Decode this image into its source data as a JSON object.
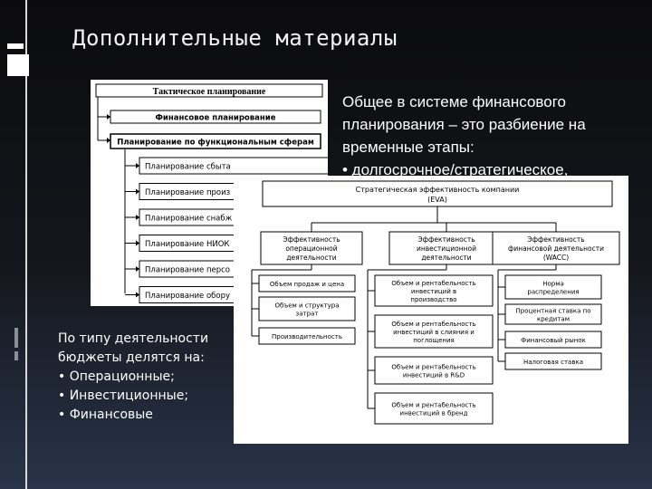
{
  "slide_title": "Дополнительные материалы",
  "right_text": {
    "line1": "Общее в системе финансового",
    "line2": "планирования – это разбиение на",
    "line3": "временные этапы:",
    "line4": "• долгосрочное/стратегическое,"
  },
  "left_text": {
    "line1": "По типу деятельности",
    "line2": "бюджеты делятся на:",
    "line3": "• Операционные;",
    "line4": "• Инвестиционные;",
    "line5": "• Финансовые"
  },
  "tactical_diagram": {
    "header": "Тактическое планирование",
    "level1": "Финансовое планирование",
    "level2": "Планирование по функциональным сферам",
    "items": [
      "Планирование сбыта",
      "Планирование произ",
      "Планирование снабж",
      "Планирование НИОК",
      "Планирование персо",
      "Планирование обору"
    ]
  },
  "eva_diagram": {
    "root_line1": "Стратегическая эффективность компании",
    "root_line2": "(EVA)",
    "columns": [
      {
        "header": [
          "Эффективность",
          "операционной",
          "деятельности"
        ],
        "items": [
          [
            "Объем продаж и цена"
          ],
          [
            "Объем и структура",
            "затрат"
          ],
          [
            "Производительность"
          ]
        ]
      },
      {
        "header": [
          "Эффективность",
          "инвестиционной",
          "деятельности"
        ],
        "items": [
          [
            "Объем и рентабельность",
            "инвестиций в",
            "производство"
          ],
          [
            "Объем и рентабельность",
            "инвестиций в слияния и",
            "поглощения"
          ],
          [
            "Объем и рентабельность",
            "инвестиций в R&D"
          ],
          [
            "Объем и рентабельность",
            "инвестиций в бренд"
          ]
        ]
      },
      {
        "header": [
          "Эффективность",
          "финансовой деятельности",
          "(WACC)"
        ],
        "items": [
          [
            "Норма",
            "распределения"
          ],
          [
            "Процентная ставка по",
            "кредитам"
          ],
          [
            "Финансовый рынок"
          ],
          [
            "Налоговая ставка"
          ]
        ]
      }
    ]
  }
}
